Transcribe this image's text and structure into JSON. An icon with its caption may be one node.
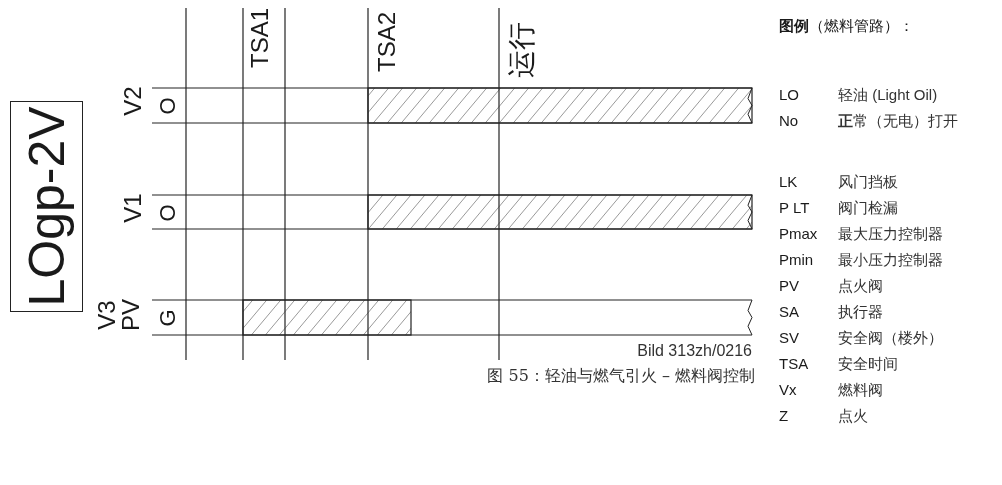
{
  "diagram": {
    "caption": "图 55：轻油与燃气引火 – 燃料阀控制",
    "nodes": [
      {
        "text": [
          "LOgp-2V"
        ]
      }
    ],
    "labels": [
      "TSA1",
      "TSA2",
      "运行",
      "V2",
      "O",
      "V1",
      "O",
      "V3",
      "PV",
      "G",
      "Bild 313zh/0216",
      "**图例**（燃料管路）：",
      "LO",
      "轻油 (Light Oil)",
      "No",
      "**正**常（无电）打开",
      "LK",
      "风门挡板",
      "P LT",
      "阀门检漏",
      "Pmax",
      "最大压力控制器",
      "Pmin",
      "最小压力控制器",
      "PV",
      "点火阀",
      "SA",
      "执行器",
      "SV",
      "安全阀（楼外）",
      "TSA",
      "安全时间",
      "Vx",
      "燃料阀",
      "Z",
      "点火"
    ]
  }
}
